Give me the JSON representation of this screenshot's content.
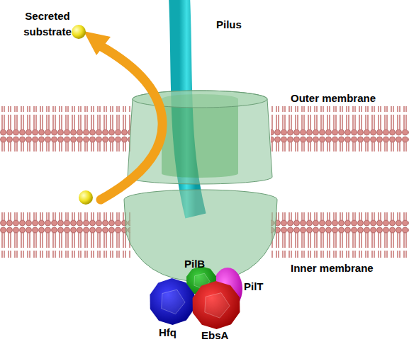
{
  "diagram": {
    "nodes": [
      {
        "text": [
          "PilB"
        ]
      },
      {
        "text": [
          "PilT"
        ]
      },
      {
        "text": [
          "Hfq"
        ]
      },
      {
        "text": [
          "EbsA"
        ]
      }
    ],
    "labels": [
      "Secreted substrate",
      "Pilus",
      "Outer membrane",
      "Inner membrane"
    ]
  }
}
